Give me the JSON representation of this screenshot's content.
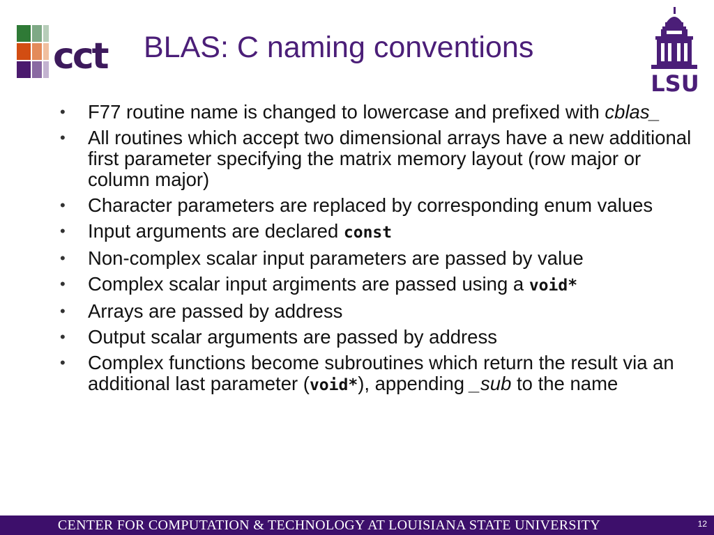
{
  "slide": {
    "title": "BLAS: C naming conventions",
    "cct_logo": "cct",
    "lsu_logo": "LSU",
    "bullets": {
      "b1": {
        "t1": "F77 routine name is changed to lowercase and prefixed with ",
        "t2": "cblas_"
      },
      "b2": {
        "t1": "All routines which accept two dimensional arrays have a new additional first parameter specifying the matrix memory layout (row major or column major)"
      },
      "b3": {
        "t1": "Character parameters are replaced by corresponding enum values"
      },
      "b4": {
        "t1": "Input arguments are declared ",
        "code": "const"
      },
      "b5": {
        "t1": "Non-complex scalar input parameters are passed by value"
      },
      "b6": {
        "t1": "Complex scalar input argiments are passed using a ",
        "code": "void*"
      },
      "b7": {
        "t1": "Arrays are passed by address"
      },
      "b8": {
        "t1": "Output scalar arguments are passed by address"
      },
      "b9": {
        "t1": "Complex functions become subroutines which return the result via an additional last parameter (",
        "code": "void*",
        "t2": "), appending ",
        "t3": "_sub",
        "t4": " to the name"
      }
    }
  },
  "footer": {
    "text": "CENTER FOR COMPUTATION & TECHNOLOGY AT LOUISIANA STATE UNIVERSITY",
    "page": "12"
  },
  "colors": {
    "title": "#4b1e78",
    "footer_bg": "#3d0f6b",
    "cct_text": "#3d1a5c"
  }
}
